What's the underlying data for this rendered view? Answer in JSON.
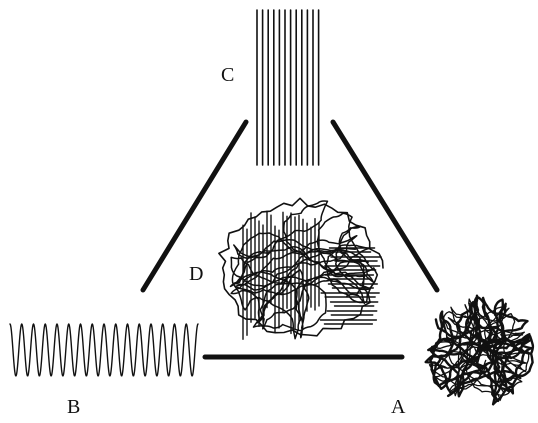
{
  "diagram": {
    "labels": {
      "a": "A",
      "b": "B",
      "c": "C",
      "d": "D"
    },
    "ink_color": "#111111",
    "background": "#ffffff"
  }
}
